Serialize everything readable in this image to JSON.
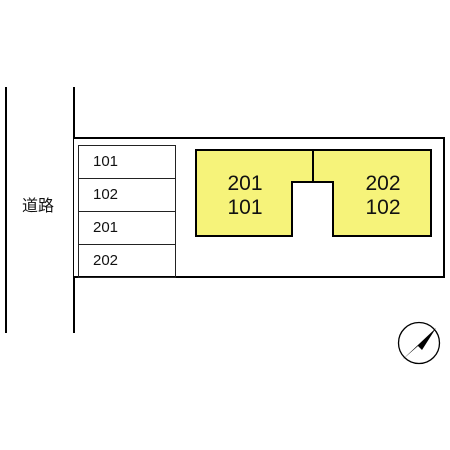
{
  "road": {
    "label": "道路"
  },
  "parking": {
    "slots": [
      "101",
      "102",
      "201",
      "202"
    ]
  },
  "building": {
    "units": [
      {
        "upper": "201",
        "lower": "101"
      },
      {
        "upper": "202",
        "lower": "102"
      }
    ],
    "fill_color": "#f6f37a"
  },
  "compass": {
    "icon": "north-arrow-icon"
  }
}
